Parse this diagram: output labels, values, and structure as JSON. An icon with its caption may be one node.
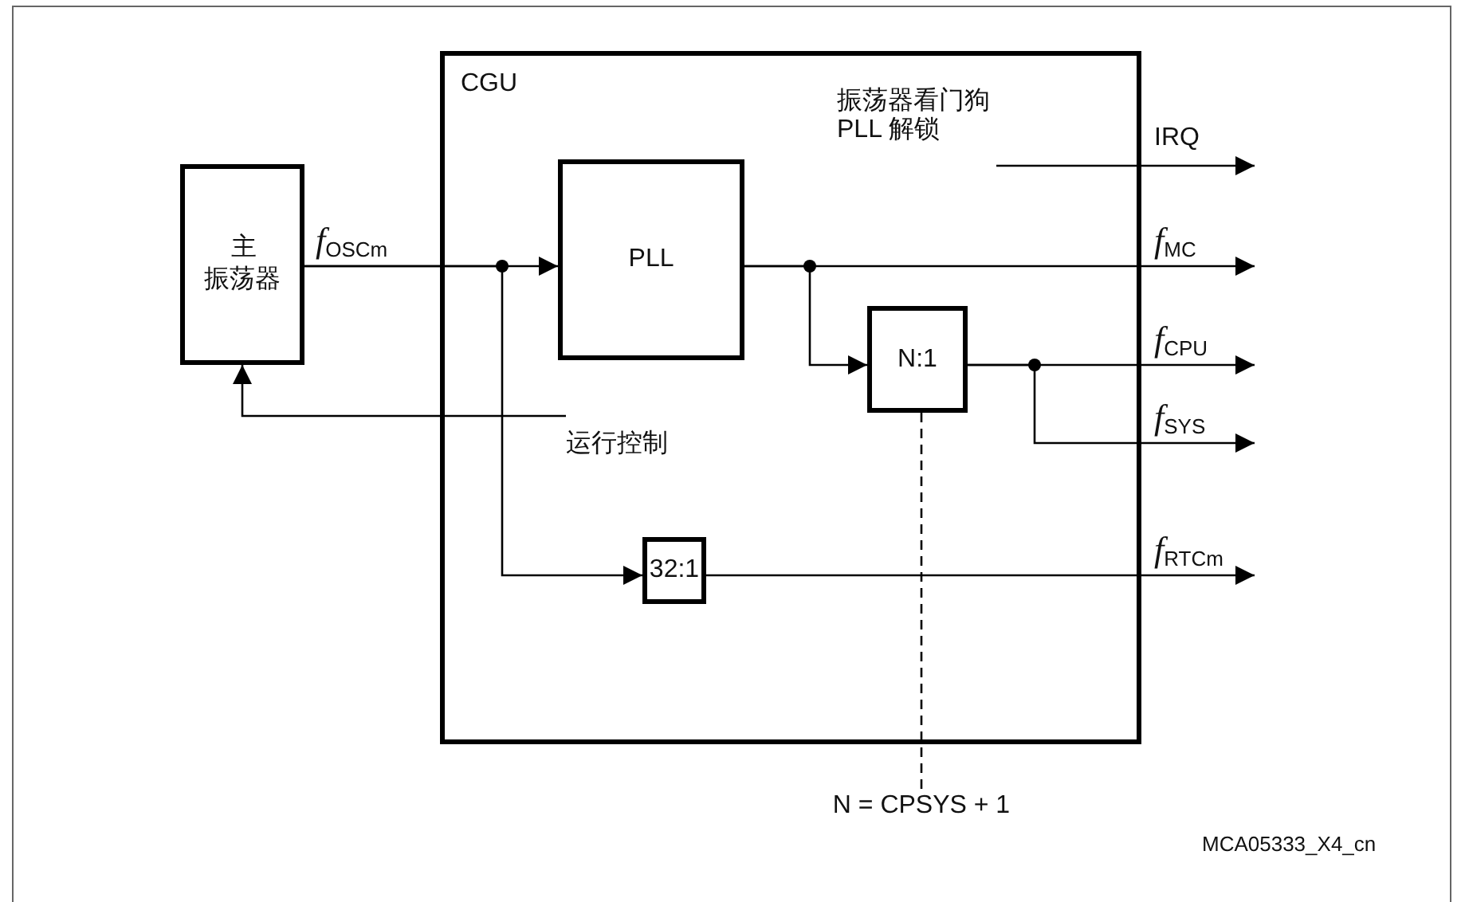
{
  "diagram": {
    "nodes": [
      {
        "text": [
          "CGU"
        ]
      },
      {
        "text": [
          "主振荡器"
        ]
      },
      {
        "text": [
          "PLL"
        ],
        "in": 0
      },
      {
        "text": [
          "N:1"
        ],
        "in": 0
      },
      {
        "text": [
          "32:1"
        ],
        "in": 0
      },
      {
        "text": [
          "振荡器看门狗 PLL 解锁"
        ],
        "in": 0
      },
      {
        "text": [
          "N = CPSYS + 1"
        ]
      }
    ],
    "edges": [
      {
        "from": 1,
        "to": 2,
        "arrow": "to",
        "label": "*f*$_{OSCm}$"
      },
      {
        "from": 1,
        "to": 4,
        "arrow": "to"
      },
      {
        "from": 2,
        "to": null,
        "arrow": "to",
        "label": "*f*$_{MC}$"
      },
      {
        "from": 2,
        "to": 3,
        "arrow": "to"
      },
      {
        "from": 3,
        "to": null,
        "arrow": "to",
        "label": "*f*$_{CPU}$"
      },
      {
        "from": 3,
        "to": null,
        "arrow": "to",
        "label": "*f*$_{SYS}$"
      },
      {
        "from": 4,
        "to": null,
        "arrow": "to",
        "label": "*f*$_{RTCm}$"
      },
      {
        "from": 5,
        "to": null,
        "arrow": "to",
        "label": "IRQ"
      },
      {
        "from": null,
        "to": 1,
        "arrow": "to",
        "label": "运行控制"
      },
      {
        "from": 3,
        "to": 6,
        "arrow": "none",
        "style": "dashed"
      }
    ],
    "labels": [
      "MCA05333_X4_cn"
    ]
  }
}
